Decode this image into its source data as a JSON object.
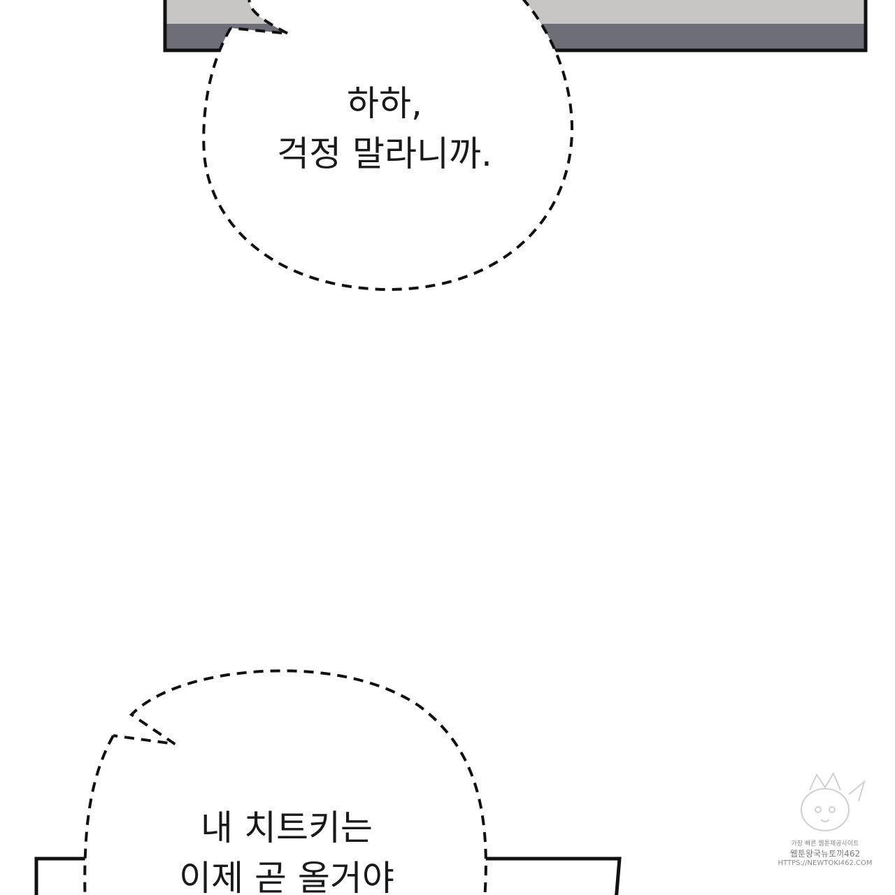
{
  "bubbles": [
    {
      "lines": [
        "하하,",
        "걱정 말라니까."
      ]
    },
    {
      "lines": [
        "내 치트키는",
        "이제 곧 올거야"
      ]
    }
  ],
  "watermark": {
    "line1": "가장 빠른 웹툰제공사이트",
    "line2": "웹툰왕국뉴토끼462",
    "line3": "HTTPS://NEWTOKI462.COM"
  },
  "colors": {
    "background": "#ffffff",
    "panel_gray": "#c7c6c4",
    "panel_dark_band": "#6d6e78",
    "outline": "#111111"
  }
}
